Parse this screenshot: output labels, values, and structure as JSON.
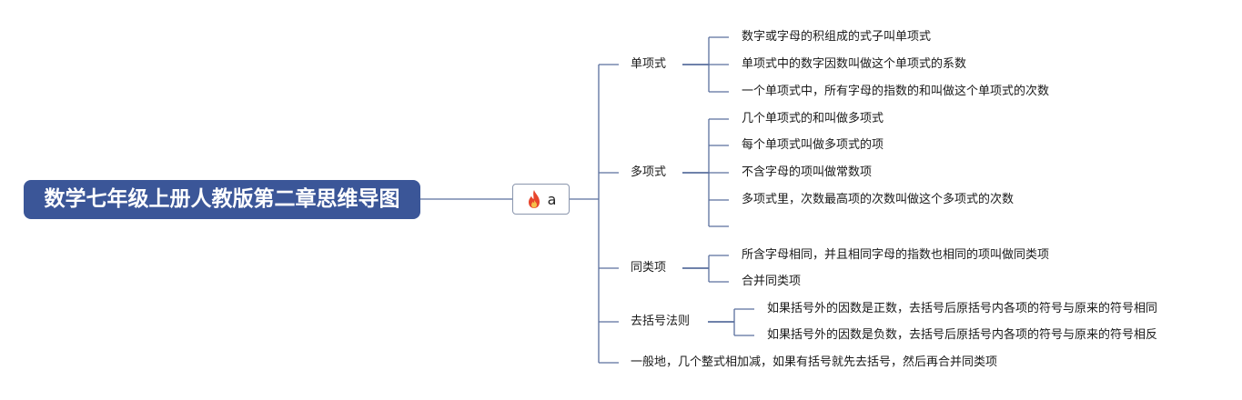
{
  "root": {
    "title": "数学七年级上册人教版第二章思维导图"
  },
  "hub": {
    "icon": "fire-icon",
    "label": "a"
  },
  "branches": [
    {
      "label": "单项式",
      "children": [
        "数字或字母的积组成的式子叫单项式",
        "单项式中的数字因数叫做这个单项式的系数",
        "一个单项式中，所有字母的指数的和叫做这个单项式的次数"
      ]
    },
    {
      "label": "多项式",
      "children": [
        "几个单项式的和叫做多项式",
        "每个单项式叫做多项式的项",
        "不含字母的项叫做常数项",
        "多项式里，次数最高项的次数叫做这个多项式的次数",
        ""
      ]
    },
    {
      "label": "同类项",
      "children": [
        "所含字母相同，并且相同字母的指数也相同的项叫做同类项",
        "合并同类项"
      ]
    },
    {
      "label": "去括号法则",
      "children": [
        "如果括号外的因数是正数，去括号后原括号内各项的符号与原来的符号相同",
        "如果括号外的因数是负数，去括号后原括号内各项的符号与原来的符号相反"
      ]
    },
    {
      "label": "一般地，几个整式相加减，如果有括号就先去括号，然后再合并同类项",
      "children": []
    }
  ],
  "colors": {
    "root_bg": "#3b5698",
    "line": "#5a6f9e",
    "flame": "#e8452c"
  }
}
